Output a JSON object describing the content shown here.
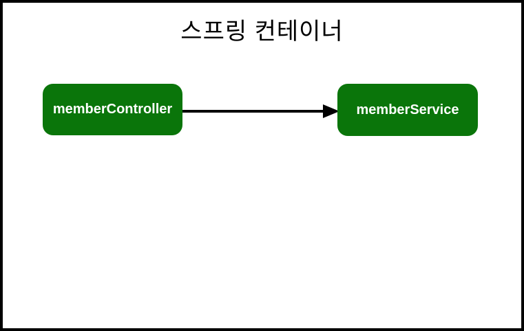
{
  "diagram": {
    "title": "스프링 컨테이너",
    "nodes": [
      {
        "id": "memberController",
        "label": "memberController"
      },
      {
        "id": "memberService",
        "label": "memberService"
      }
    ],
    "edges": [
      {
        "from": "memberController",
        "to": "memberService",
        "style": "solid-arrow"
      }
    ],
    "colors": {
      "background": "#ffffff",
      "frame_border": "#000000",
      "node_fill": "#0a750a",
      "node_text": "#ffffff",
      "arrow": "#000000",
      "title_text": "#000000"
    }
  }
}
